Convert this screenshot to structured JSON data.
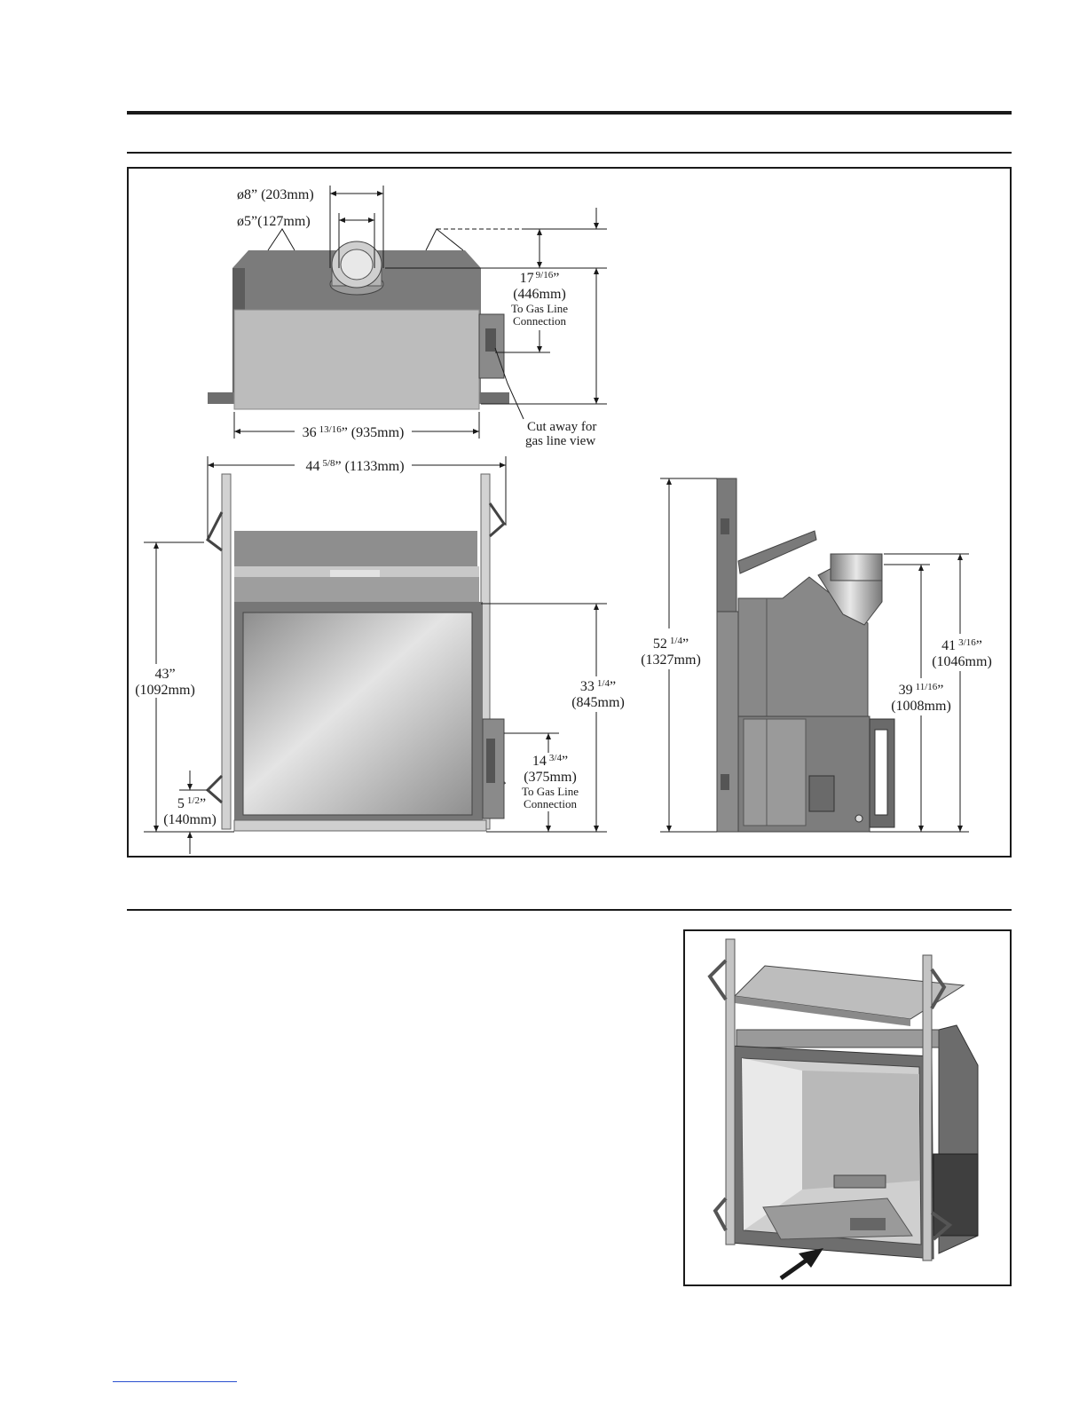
{
  "diagram": {
    "top_view": {
      "flue_outer": "ø8” (203mm)",
      "flue_inner": "ø5”(127mm)",
      "gas_height_in": "17",
      "gas_height_frac": "9/16",
      "gas_height_mm": "(446mm)",
      "gas_note_1": "To Gas Line",
      "gas_note_2": "Connection",
      "width_in": "36",
      "width_frac": "13/16",
      "width_mm": "” (935mm)",
      "cutaway_1": "Cut away for",
      "cutaway_2": "gas line view"
    },
    "front_view": {
      "overall_width_in": "44",
      "overall_width_frac": "5/8",
      "overall_width_mm": "” (1133mm)",
      "height_in": "43”",
      "height_mm": "(1092mm)",
      "opening_in": "33",
      "opening_frac": "1/4",
      "opening_mm": "(845mm)",
      "gas_in": "14",
      "gas_frac": "3/4",
      "gas_mm": "(375mm)",
      "gas_note_1": "To Gas Line",
      "gas_note_2": "Connection",
      "base_in": "5",
      "base_frac": "1/2",
      "base_mm": "(140mm)"
    },
    "side_view": {
      "overall_in": "52",
      "overall_frac": "1/4",
      "overall_mm": "(1327mm)",
      "flue_top_in": "41",
      "flue_top_frac": "3/16",
      "flue_top_mm": "(1046mm)",
      "collar_in": "39",
      "collar_frac": "11/16",
      "collar_mm": "(1008mm)"
    }
  },
  "colors": {
    "ink": "#1a1a1a",
    "panel_dark": "#6e6e6e",
    "panel_mid": "#a8a8a8",
    "panel_light": "#cfcfcf",
    "link": "#2a4fcf"
  }
}
